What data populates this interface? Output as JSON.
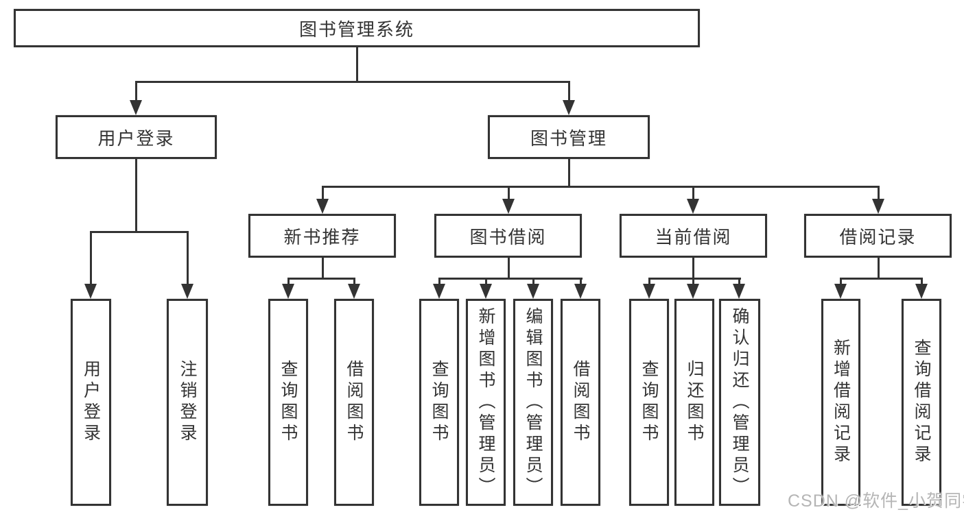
{
  "colors": {
    "line": "#333333",
    "text": "#333333",
    "background": "#ffffff",
    "watermark": "#b5b5b5"
  },
  "watermark": "CSDN @软件_小贺同学",
  "tree": {
    "root": "图书管理系统",
    "children": [
      {
        "label": "用户登录",
        "children": [
          "用户登录",
          "注销登录"
        ]
      },
      {
        "label": "图书管理",
        "children": [
          {
            "label": "新书推荐",
            "children": [
              "查询图书",
              "借阅图书"
            ]
          },
          {
            "label": "图书借阅",
            "children": [
              "查询图书",
              "新增图书（管理员）",
              "编辑图书（管理员）",
              "借阅图书"
            ]
          },
          {
            "label": "当前借阅",
            "children": [
              "查询图书",
              "归还图书",
              "确认归还（管理员）"
            ]
          },
          {
            "label": "借阅记录",
            "children": [
              "新增借阅记录",
              "查询借阅记录"
            ]
          }
        ]
      }
    ]
  }
}
